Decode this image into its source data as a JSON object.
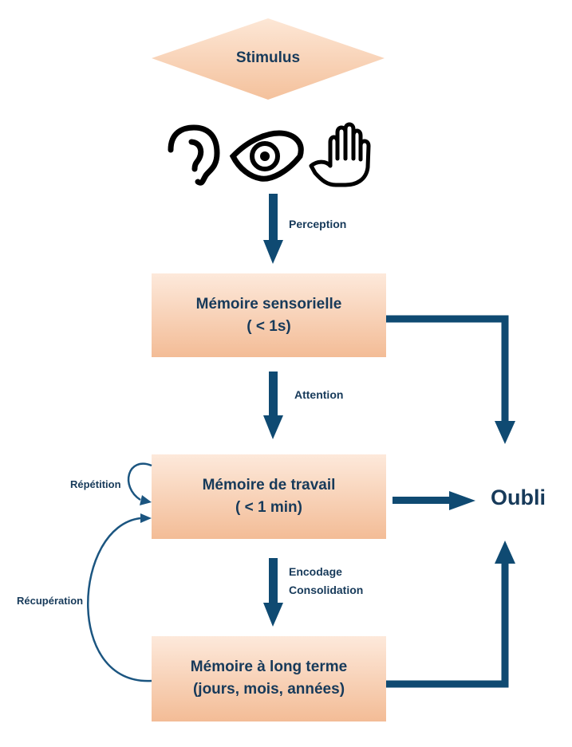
{
  "stimulus": "Stimulus",
  "senses": [
    "ear-icon",
    "eye-icon",
    "hand-icon"
  ],
  "nodes": {
    "sensorielle": {
      "line1": "Mémoire sensorielle",
      "line2": "( < 1s)"
    },
    "travail": {
      "line1": "Mémoire de travail",
      "line2": "( < 1 min)"
    },
    "long_terme": {
      "line1": "Mémoire à long terme",
      "line2": "(jours, mois, années)"
    },
    "oubli": "Oubli"
  },
  "edges": {
    "perception": "Perception",
    "attention": "Attention",
    "encodage": "Encodage",
    "consolidation": "Consolidation",
    "repetition": "Répétition",
    "recuperation": "Récupération"
  },
  "colors": {
    "arrow": "#0f4a72",
    "box_top": "#fce7d8",
    "box_bottom": "#f3bd98",
    "text": "#173a5a"
  }
}
